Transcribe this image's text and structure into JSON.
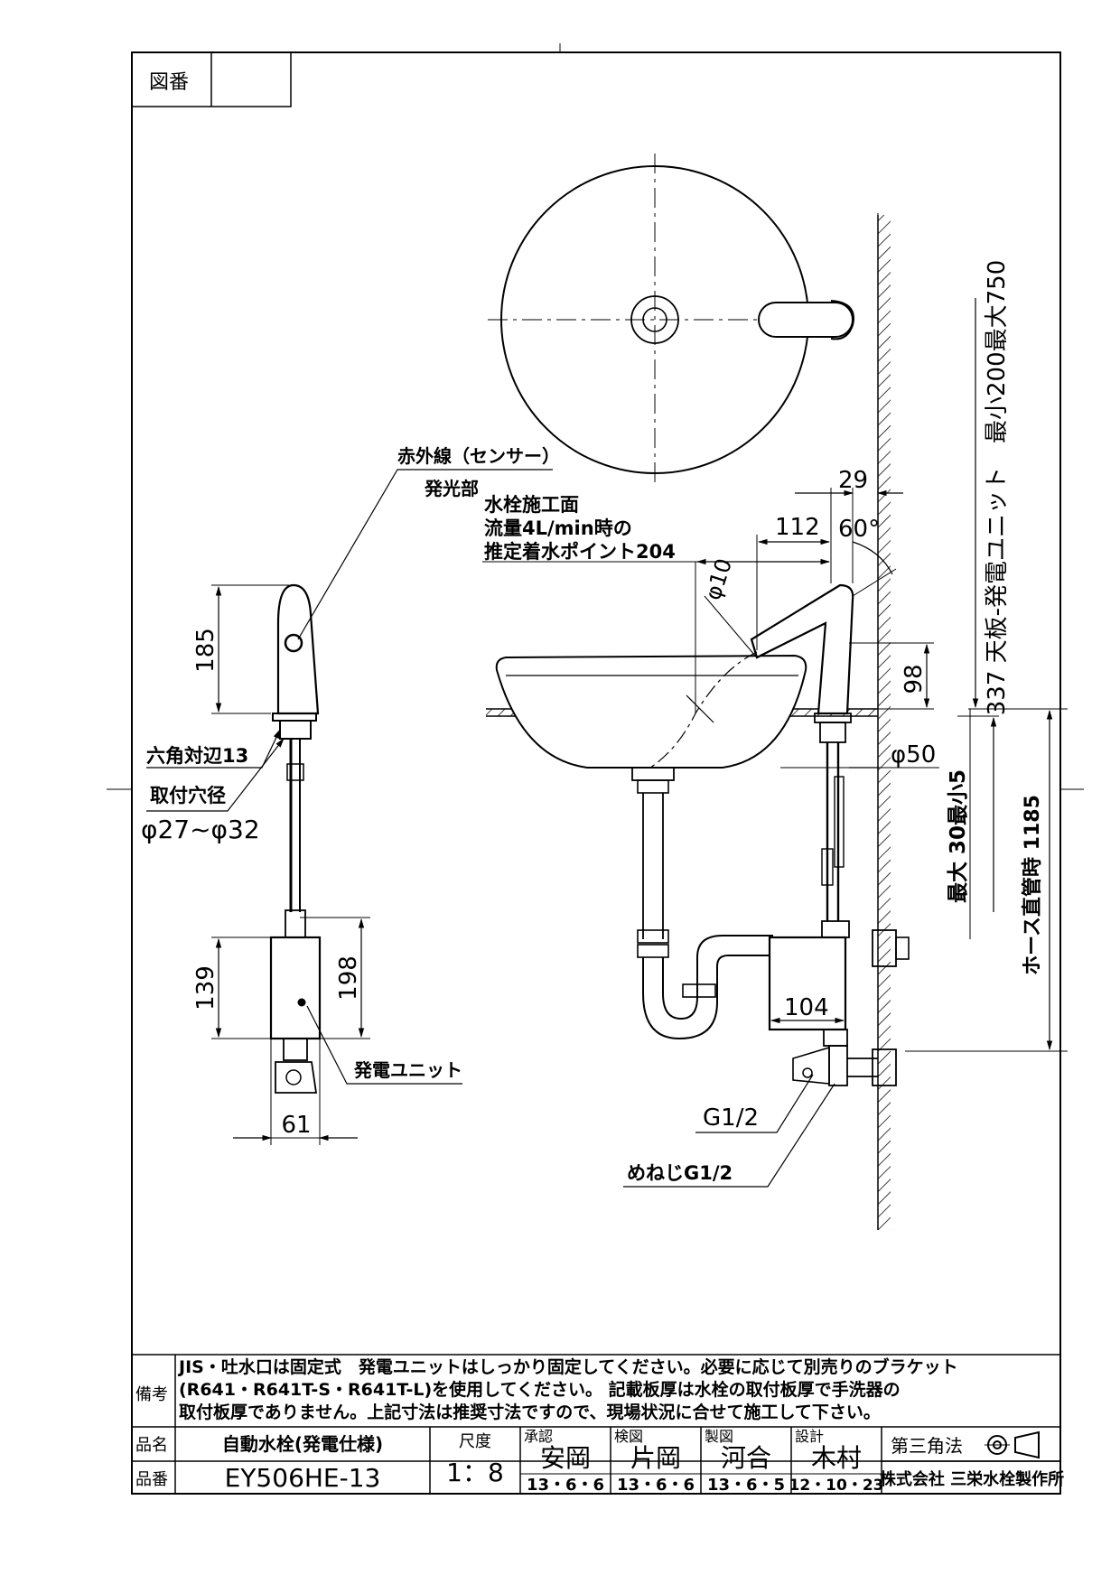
{
  "title_block": {
    "figure_no_label": "図番",
    "figure_no_value": "",
    "notes_label": "備考",
    "notes": [
      "JIS・吐水口は固定式　発電ユニットはしっかり固定してください。必要に応じて別売りのブラケット",
      "(R641・R641T-S・R641T-L)を使用してください。 記載板厚は水栓の取付板厚で手洗器の",
      "取付板厚でありません。上記寸法は推奨寸法ですので、現場状況に合せて施工して下さい。"
    ],
    "product_name_label": "品名",
    "product_name": "自動水栓(発電仕様)",
    "product_no_label": "品番",
    "product_no": "EY506HE-13",
    "scale_label": "尺度",
    "scale": "1：8",
    "approval_label": "承認",
    "approval_name": "安岡",
    "approval_date": "13・6・6",
    "check_label": "検図",
    "check_name": "片岡",
    "check_date": "13・6・6",
    "draft_label": "製図",
    "draft_name": "河合",
    "draft_date": "13・6・5",
    "design_label": "設計",
    "design_name": "木村",
    "design_date": "12・10・23",
    "projection": "第三角法",
    "company": "株式会社 三栄水栓製作所"
  },
  "side_view": {
    "sensor_label": "赤外線（センサー）",
    "emitter_label": "発光部",
    "dim_height": "185",
    "hex_label": "六角対辺13",
    "hole_label": "取付穴径",
    "hole_value": "φ27~φ32",
    "dim_unit_body": "139",
    "dim_unit_total": "198",
    "unit_label": "発電ユニット",
    "dim_width": "61"
  },
  "front_view": {
    "mount_surface": "水栓施工面",
    "flow_line": "流量4L/min時の",
    "landing_point": "推定着水ポイント204",
    "dim_29": "29",
    "dim_112": "112",
    "angle": "60°",
    "stream_dia": "φ10",
    "dim_98": "98",
    "dim_range": "337 天板-発電ユニット　最小200最大750",
    "dim_50": "φ50",
    "plate": "最大 30最小5",
    "hose": "ホース直管時 1185",
    "dim_104": "104",
    "thread": "G1/2",
    "female_thread": "めねじG1/2"
  }
}
